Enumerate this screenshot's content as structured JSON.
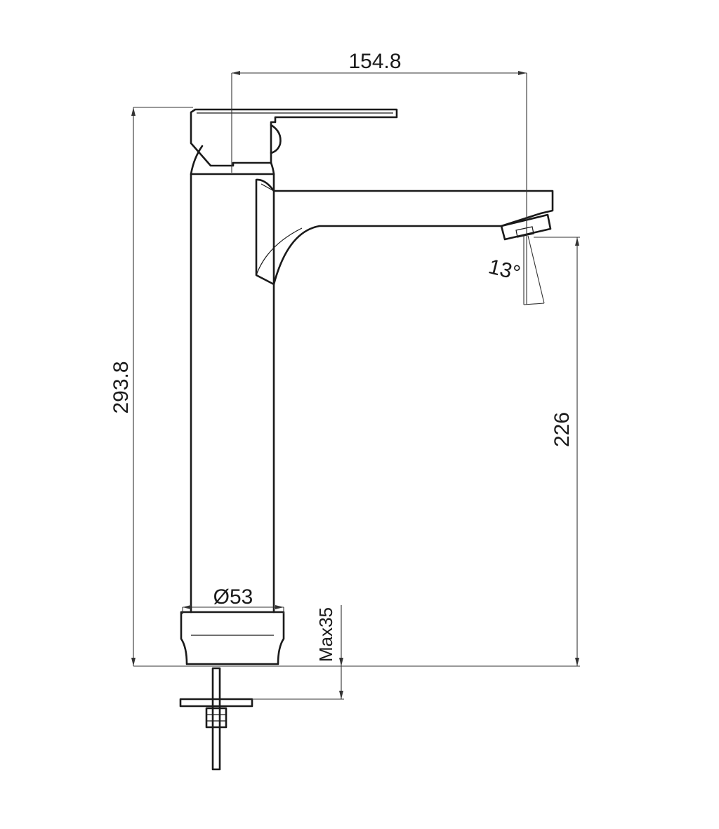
{
  "dimensions": {
    "spout_reach": "154.8",
    "total_height": "293.8",
    "outlet_height": "226",
    "body_diameter": "Ø53",
    "max_deck_thickness": "Max35",
    "outlet_angle": "13°"
  },
  "colors": {
    "line": "#1a1a1a",
    "background": "#ffffff"
  }
}
